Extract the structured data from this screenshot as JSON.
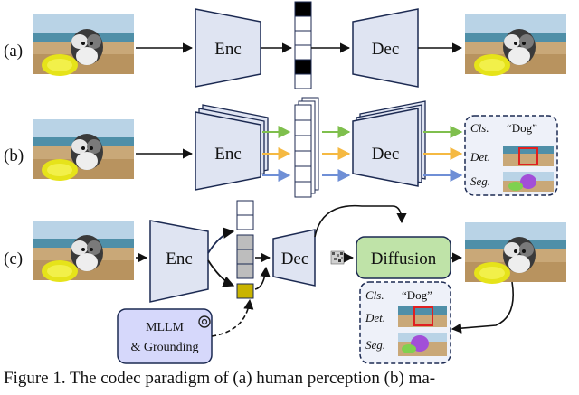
{
  "rows": [
    {
      "label": "(a)",
      "enc": "Enc",
      "dec": "Dec"
    },
    {
      "label": "(b)",
      "enc": "Enc",
      "dec": "Dec"
    },
    {
      "label": "(c)",
      "enc": "Enc",
      "dec": "Dec"
    }
  ],
  "diffusion": "Diffusion",
  "mllm_line1": "MLLM",
  "mllm_line2": "& Grounding",
  "tasks": {
    "cls": "Cls.",
    "dog": "“Dog”",
    "det": "Det.",
    "seg": "Seg."
  },
  "caption": "Figure 1.  The codec paradigm of (a) human perception (b) ma-",
  "colors": {
    "block_fill": "#dfe4f2",
    "block_stroke": "#1c2a52",
    "diffusion_fill": "#bfe3a8",
    "mllm_fill": "#d6d8fb",
    "arrow_green": "#7fbf4d",
    "arrow_orange": "#f5b942",
    "arrow_blue": "#6f8fd6",
    "token_black": "#000000",
    "token_gray": "#bdbdbd",
    "token_yellow": "#c9b400"
  }
}
